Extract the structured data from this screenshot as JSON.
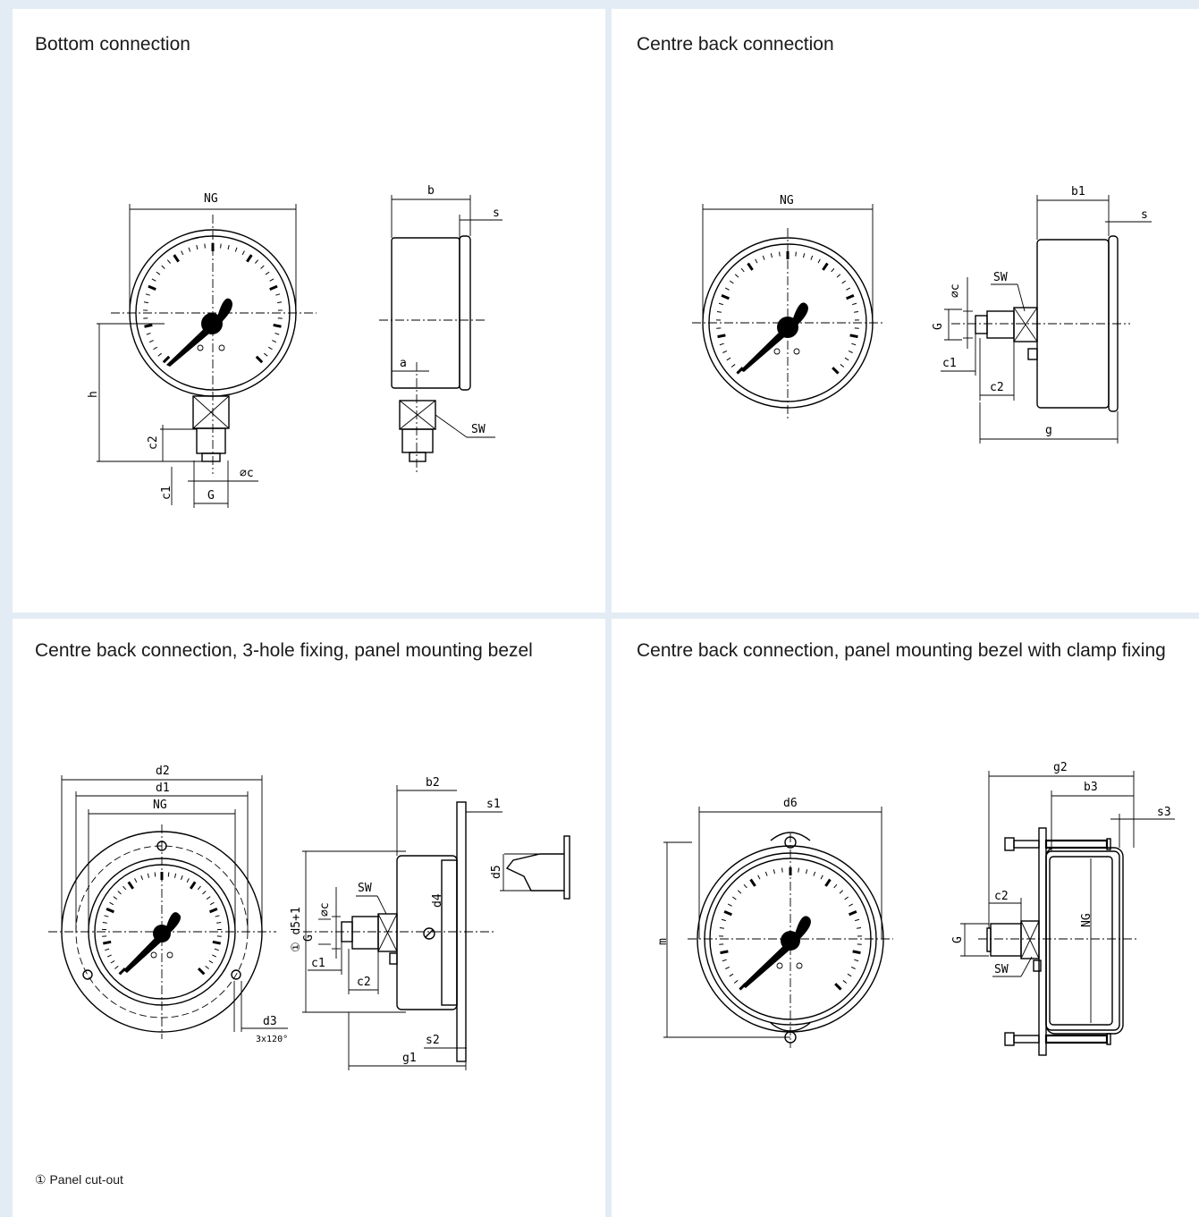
{
  "panels": {
    "bottom": {
      "title": "Bottom connection"
    },
    "centre_back": {
      "title": "Centre back connection"
    },
    "three_hole": {
      "title": "Centre back connection, 3-hole fixing, panel mounting bezel",
      "footnote": "① Panel cut-out"
    },
    "clamp": {
      "title": "Centre back connection, panel mounting bezel with clamp fixing"
    }
  },
  "labels": {
    "NG": "NG",
    "b": "b",
    "s": "s",
    "h": "h",
    "a": "a",
    "SW": "SW",
    "c1": "c1",
    "c2": "c2",
    "phic": "⌀c",
    "G": "G",
    "b1": "b1",
    "g": "g",
    "d1": "d1",
    "d2": "d2",
    "d3": "d3",
    "d3_note": "3x120°",
    "d4": "d4",
    "d5": "d5",
    "d5p1": "① d5+1",
    "b2": "b2",
    "s1": "s1",
    "s2": "s2",
    "g1": "g1",
    "d6": "d6",
    "m": "m",
    "g2": "g2",
    "b3": "b3",
    "s3": "s3"
  }
}
